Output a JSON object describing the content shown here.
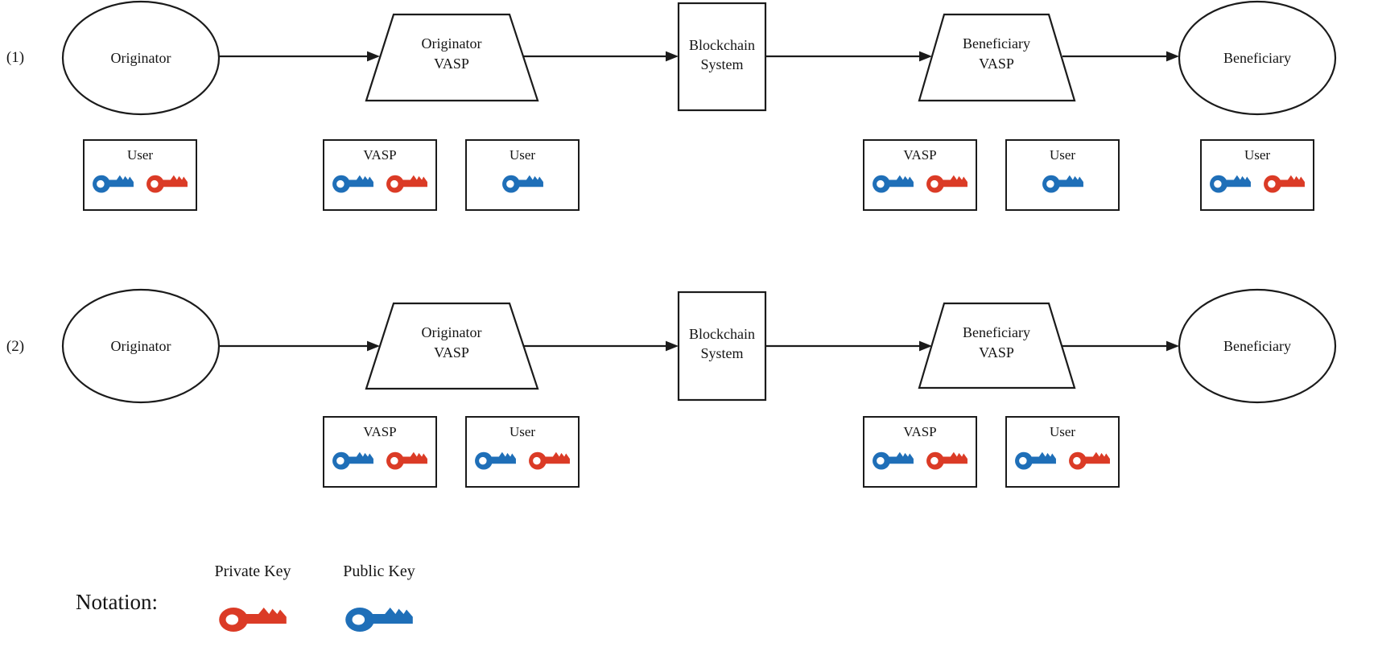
{
  "colors": {
    "public_key": "#1F6FB8",
    "private_key": "#DB3B26",
    "line": "#1b1b1b"
  },
  "rows": [
    {
      "index": "(1)",
      "originator": "Originator",
      "originator_vasp": {
        "line1": "Originator",
        "line2": "VASP"
      },
      "blockchain": {
        "line1": "Blockchain",
        "line2": "System"
      },
      "beneficiary_vasp": {
        "line1": "Beneficiary",
        "line2": "VASP"
      },
      "beneficiary": "Beneficiary",
      "key_boxes": [
        {
          "label": "User",
          "keys": [
            "public",
            "private"
          ]
        },
        {
          "label": "VASP",
          "keys": [
            "public",
            "private"
          ]
        },
        {
          "label": "User",
          "keys": [
            "public"
          ]
        },
        {
          "label": "VASP",
          "keys": [
            "public",
            "private"
          ]
        },
        {
          "label": "User",
          "keys": [
            "public"
          ]
        },
        {
          "label": "User",
          "keys": [
            "public",
            "private"
          ]
        }
      ]
    },
    {
      "index": "(2)",
      "originator": "Originator",
      "originator_vasp": {
        "line1": "Originator",
        "line2": "VASP"
      },
      "blockchain": {
        "line1": "Blockchain",
        "line2": "System"
      },
      "beneficiary_vasp": {
        "line1": "Beneficiary",
        "line2": "VASP"
      },
      "beneficiary": "Beneficiary",
      "key_boxes": [
        {
          "label": "VASP",
          "keys": [
            "public",
            "private"
          ]
        },
        {
          "label": "User",
          "keys": [
            "public",
            "private"
          ]
        },
        {
          "label": "VASP",
          "keys": [
            "public",
            "private"
          ]
        },
        {
          "label": "User",
          "keys": [
            "public",
            "private"
          ]
        }
      ]
    }
  ],
  "legend": {
    "title": "Notation:",
    "private_key_label": "Private Key",
    "public_key_label": "Public Key"
  }
}
